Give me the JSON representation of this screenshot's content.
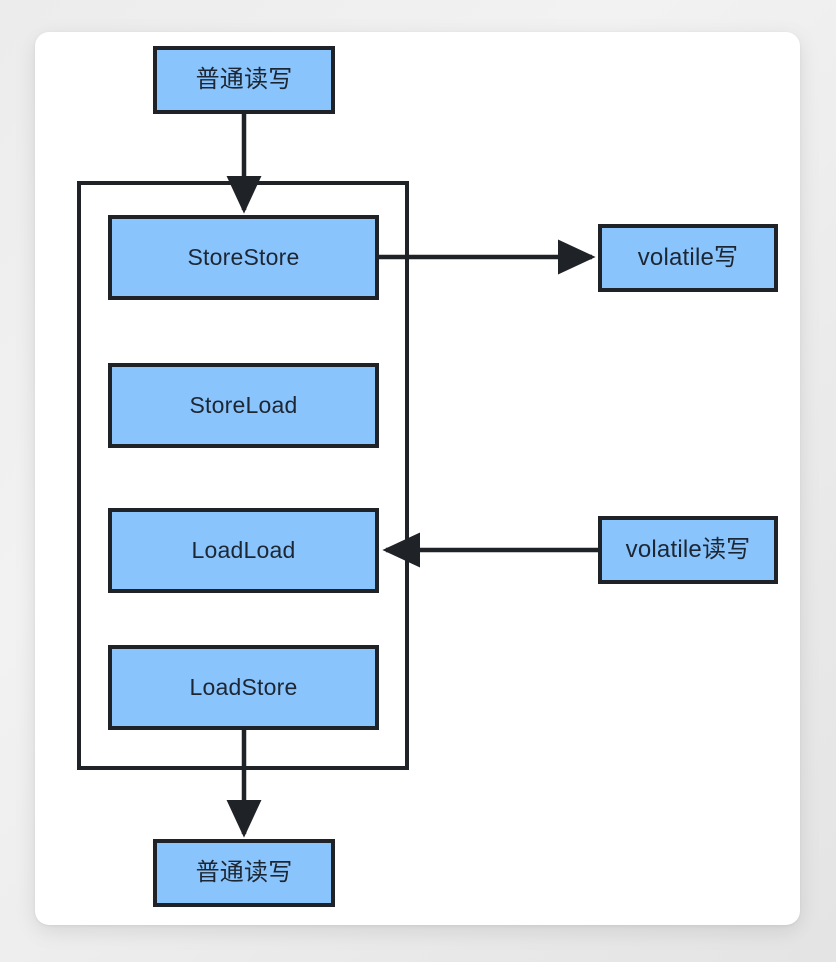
{
  "diagram": {
    "title": "volatile memory barrier insertion diagram",
    "colors": {
      "node_fill": "#8ac4fd",
      "stroke": "#1f2227",
      "panel_background": "#ffffff",
      "page_background": "#ececec"
    },
    "nodes": [
      {
        "id": "top-ordinary",
        "label": "普通读写",
        "group": "outside-top"
      },
      {
        "id": "store-store",
        "label": "StoreStore",
        "group": "barrier"
      },
      {
        "id": "store-load",
        "label": "StoreLoad",
        "group": "barrier"
      },
      {
        "id": "load-load",
        "label": "LoadLoad",
        "group": "barrier"
      },
      {
        "id": "load-store",
        "label": "LoadStore",
        "group": "barrier"
      },
      {
        "id": "volatile-write",
        "label": "volatile写",
        "group": "right"
      },
      {
        "id": "volatile-rw",
        "label": "volatile读写",
        "group": "right"
      },
      {
        "id": "bottom-ordinary",
        "label": "普通读写",
        "group": "outside-bottom"
      }
    ],
    "edges": [
      {
        "id": "edge-top-to-storestore",
        "from": "top-ordinary",
        "to": "store-store",
        "arrow": "to",
        "direction": "down"
      },
      {
        "id": "edge-storestore-to-volatilewrite",
        "from": "store-store",
        "to": "volatile-write",
        "arrow": "to",
        "direction": "right"
      },
      {
        "id": "edge-volatilerw-to-loadload",
        "from": "volatile-rw",
        "to": "load-load",
        "arrow": "to",
        "direction": "left"
      },
      {
        "id": "edge-loadstore-to-bottom",
        "from": "load-store",
        "to": "bottom-ordinary",
        "arrow": "to",
        "direction": "down"
      }
    ],
    "barrier_group": {
      "id": "barrier-container",
      "label": ""
    }
  }
}
